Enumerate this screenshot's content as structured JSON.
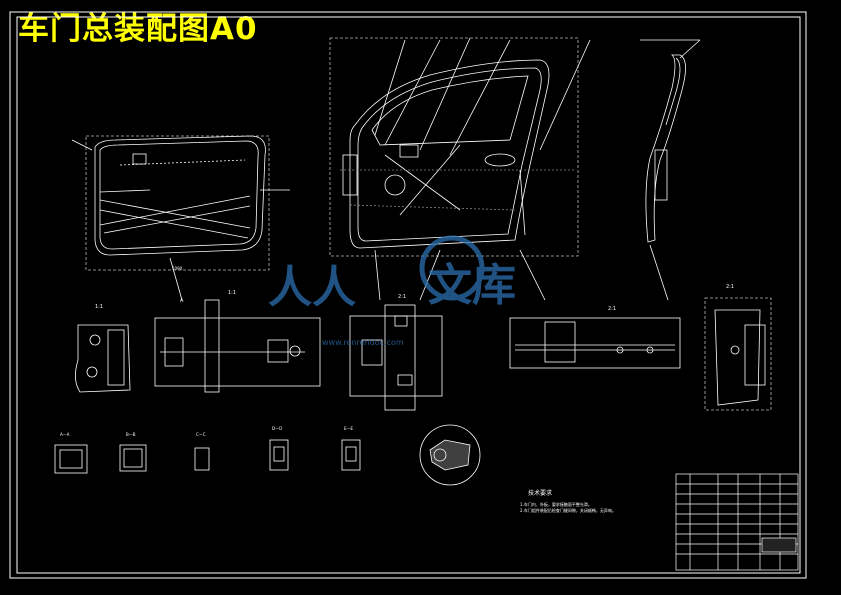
{
  "drawing": {
    "title": "车门总装配图A0",
    "watermark": {
      "text_latin": "人人",
      "text_cn": "文库",
      "url": "www.renrendoc.com"
    },
    "notes_heading": "技术要求",
    "notes": [
      "1.车门内、外板，要求接触面平整光滑。",
      "2.车门组件装配后检查门缝间隙，关闭顺畅，无异响。"
    ],
    "views": {
      "scale_1": "1:1",
      "scale_2": "2:1",
      "section_a": "A—A",
      "section_b": "B—B",
      "section_c": "C—C",
      "section_d": "D—D",
      "section_e": "E—E"
    },
    "colors": {
      "background": "#000000",
      "frame": "#ffffff",
      "title": "#ffff00",
      "watermark": "#2b6fb0"
    }
  }
}
